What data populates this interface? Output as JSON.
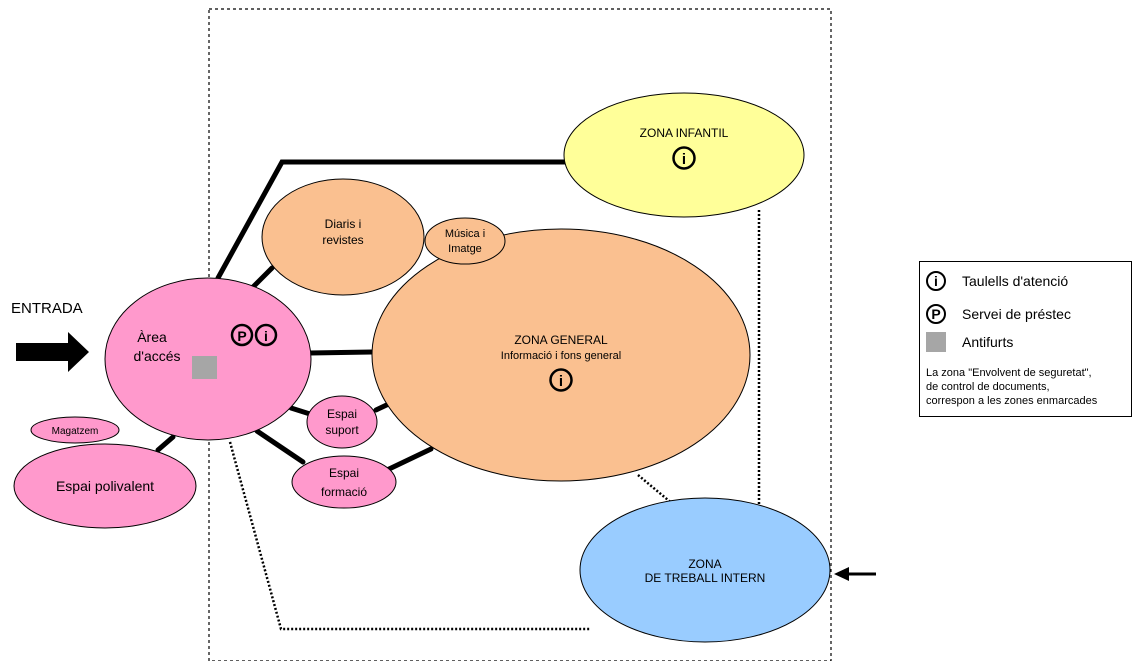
{
  "entrance": {
    "label": "ENTRADA"
  },
  "nodes": {
    "infantil": {
      "title": "ZONA INFANTIL",
      "icons": [
        "info-icon"
      ],
      "color": "#ffff99"
    },
    "diaris": {
      "line1": "Diaris i",
      "line2": "revistes",
      "color": "#fac090"
    },
    "musica": {
      "line1": "Música i",
      "line2": "Imatge",
      "color": "#fac090"
    },
    "general": {
      "line1": "ZONA GENERAL",
      "line2": "Informació i fons general",
      "icons": [
        "info-icon"
      ],
      "color": "#fac090"
    },
    "acces": {
      "line1": "Àrea",
      "line2": "d'accés",
      "icons": [
        "loan-icon",
        "info-icon",
        "antitheft-square"
      ],
      "color": "#ff99cc"
    },
    "magatzem": {
      "line1": "Magatzem",
      "color": "#ff99cc"
    },
    "polivalent": {
      "line1": "Espai polivalent",
      "color": "#ff99cc"
    },
    "suport": {
      "line1": "Espai",
      "line2": "suport",
      "color": "#ff99cc"
    },
    "formacio": {
      "line1": "Espai",
      "line2": "formació",
      "color": "#ff99cc"
    },
    "intern": {
      "line1": "ZONA",
      "line2": "DE TREBALL INTERN",
      "color": "#99ccff"
    }
  },
  "icon_glyphs": {
    "info": "i",
    "loan": "P"
  },
  "legend": {
    "items": [
      {
        "icon": "info-icon",
        "label": "Taulells d'atenció"
      },
      {
        "icon": "loan-icon",
        "label": "Servei de préstec"
      },
      {
        "icon": "antitheft-square",
        "label": "Antifurts"
      }
    ],
    "note": {
      "line1": "La zona \"Envolvent de seguretat\",",
      "line2": "de control de documents,",
      "line3": "correspon a les zones enmarcades"
    }
  },
  "antitheft_color": "#a6a6a6"
}
